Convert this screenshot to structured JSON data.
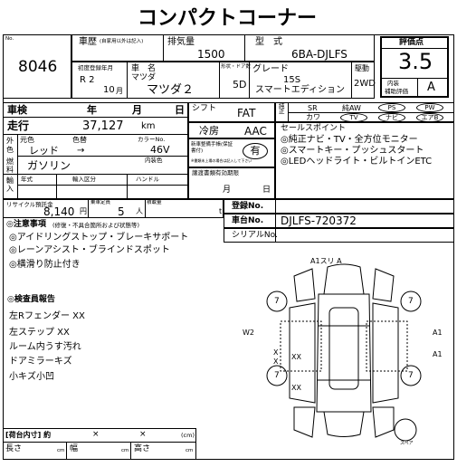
{
  "title": "コンパクトコーナー",
  "left_top": {
    "no_label": "No.",
    "no_value": "8046",
    "category_label": "車歴",
    "category_note": "(自家用以外は記入)",
    "displacement_label": "排気量",
    "displacement_value": "1500",
    "model_label": "型　式",
    "model_value": "6BA-DJLFS",
    "first_reg_label": "初度登録年月",
    "first_reg_year": "R 2",
    "first_reg_month": "10",
    "first_reg_month_unit": "月",
    "name_label": "車　名",
    "maker": "マツダ",
    "car_name": "マツダ２",
    "doors_label": "形状・ドア数",
    "doors_value": "5D",
    "grade_label": "グレード",
    "grade_line1": "15S",
    "grade_line2": "スマートエディション",
    "drive_label": "駆動",
    "drive_value": "2WD"
  },
  "score": {
    "label": "評価点",
    "value": "3.5",
    "interior_label1": "内装",
    "interior_label2": "補助評価",
    "interior_value": "A"
  },
  "inspection": {
    "label": "車検",
    "year": "年",
    "month": "月",
    "day": "日",
    "mileage_label": "走行",
    "mileage_value": "37,127",
    "mileage_unit": "km",
    "exterior_label": "外色",
    "original_color_label": "元色",
    "color_label": "色替",
    "color_no_label": "カラーNo.",
    "color_value": "レッド",
    "arrow": "→",
    "color_no_value": "46V",
    "interior_color_label": "内装色",
    "fuel_label": "燃料",
    "fuel_value": "ガソリン",
    "import_label": "輸入",
    "year_type": "年式",
    "import_class": "輸入区分",
    "handle": "ハンドル",
    "recycle_label": "リサイクル預託金",
    "recycle_value": "8,140",
    "recycle_unit": "円",
    "capacity_label": "乗車定員",
    "capacity_value": "5",
    "capacity_unit": "人",
    "load_label": "積載量",
    "load_unit": "t"
  },
  "mid": {
    "shift_label": "シフト",
    "shift_value": "FAT",
    "ac_label": "冷房",
    "ac_value": "AAC",
    "book_label": "新車整備手帳(保証書付)",
    "book_note": "※書類未上場の場合は記入して下さい",
    "book_value": "有",
    "transfer_label": "譲渡書類有効期限",
    "transfer_month": "月",
    "transfer_day": "日",
    "reg_label": "登録No.",
    "chassis_label": "車台No.",
    "chassis_value": "DJLFS-720372",
    "serial_label": "シリアルNo."
  },
  "equipment": {
    "label": "純正",
    "row1": [
      "SR",
      "純AW",
      "PS",
      "PW"
    ],
    "row2_label": "",
    "row2": [
      "カワ",
      "TV",
      "ナビ",
      "エアB"
    ],
    "sales_label": "セールスポイント",
    "sales_points": [
      "◎純正ナビ・TV・全方位モニター",
      "◎スマートキー・プッシュスタート",
      "◎LEDヘッドライト・ビルトインETC"
    ]
  },
  "notes": {
    "label": "◎注意事項",
    "sub": "(修復・不具合箇所および状態等)",
    "items": [
      "◎アイドリングストップ・ブレーキサポート",
      "◎レーンアシスト・ブラインドスポット",
      "◎横滑り防止付き"
    ]
  },
  "inspector": {
    "label": "◎検査員報告",
    "items": [
      "左Rフェンダー XX",
      "左ステップ XX",
      "ルーム内うす汚れ",
      "ドアミラーキズ",
      "小キズ小凹"
    ]
  },
  "diagram": {
    "top_label": "A1スリ A",
    "left_label": "W2",
    "right_labels": [
      "A1",
      "A1"
    ],
    "xx_marks": [
      "X",
      "X",
      "XX",
      "XX"
    ],
    "tire_labels": [
      "7",
      "7",
      "7",
      "7"
    ],
    "spare_label": "スペア"
  },
  "cargo": {
    "label": "[荷台内寸] 約",
    "x1": "×",
    "x2": "×",
    "unit": "(cm)",
    "length": "長さ",
    "width": "幅",
    "height": "高さ",
    "cm": "cm"
  }
}
